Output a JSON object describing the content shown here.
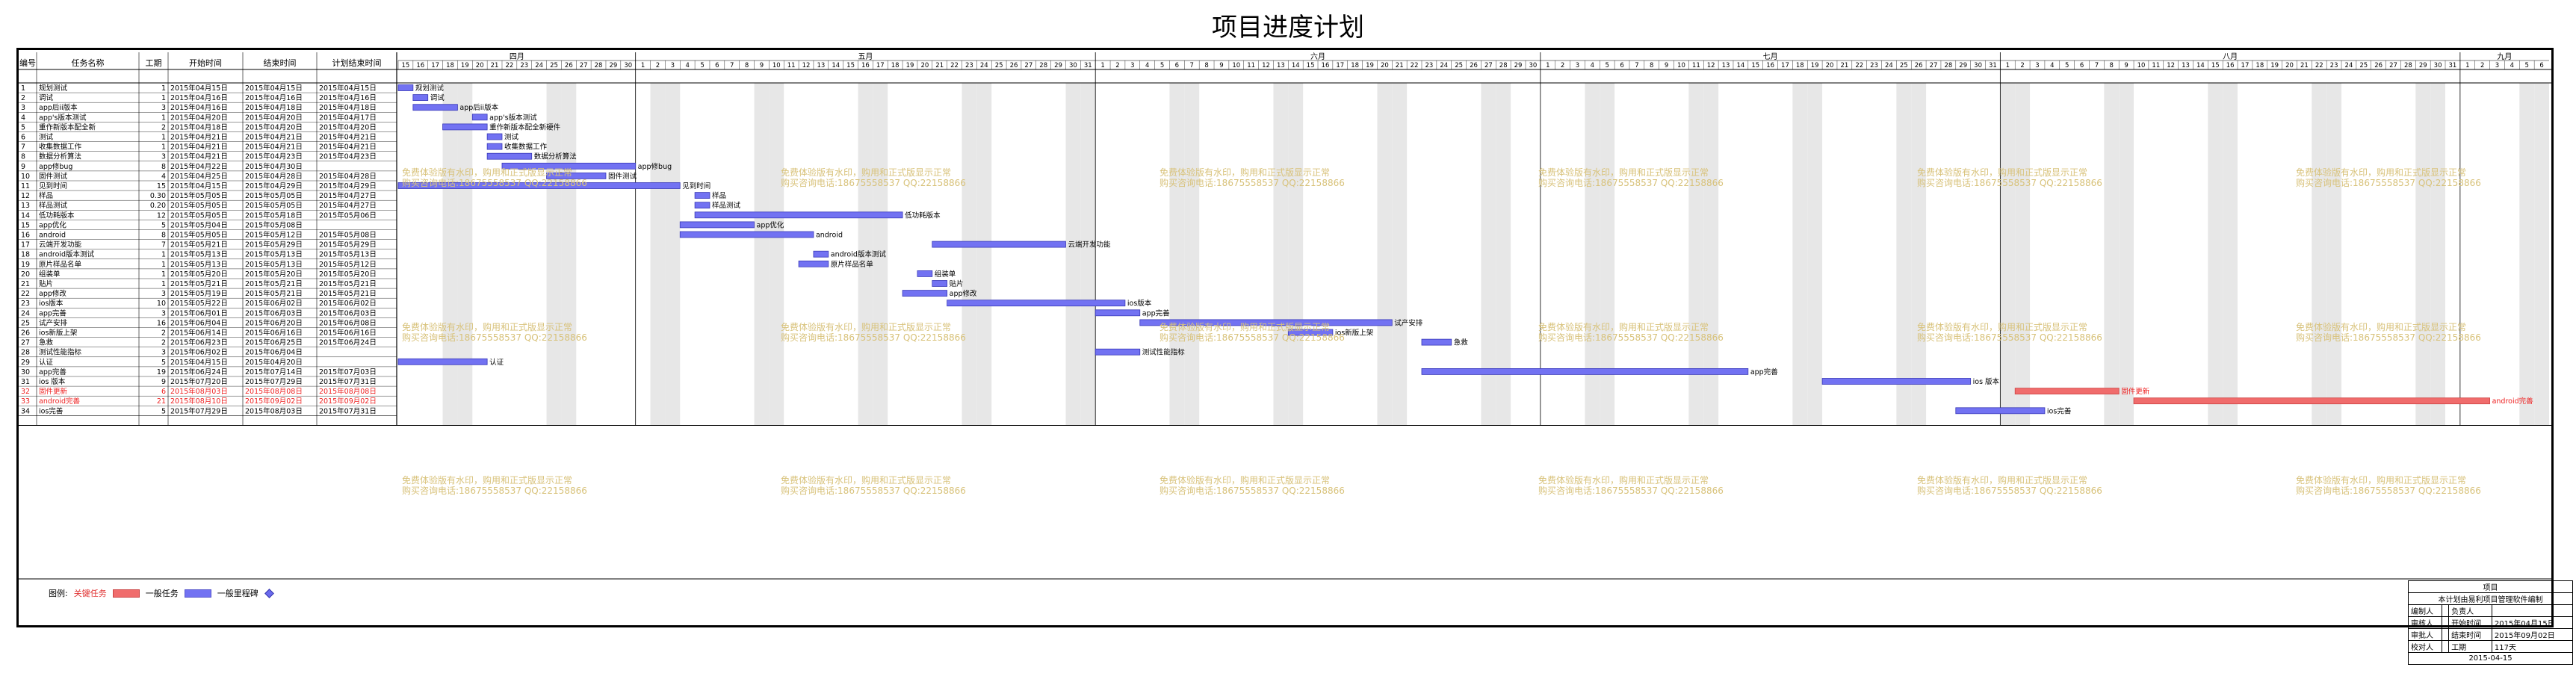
{
  "title": "项目进度计划",
  "colors": {
    "task": "#7272f2",
    "critical": "#f06c6c",
    "weekend": "#e7e7e7",
    "watermark": "#d8c27a"
  },
  "headers": {
    "no": "编号",
    "name": "任务名称",
    "days": "工期",
    "start": "开始时间",
    "end": "结束时间",
    "planned_end": "计划结束时间"
  },
  "months": [
    {
      "label": "四月",
      "start": "2015-04-15",
      "end": "2015-04-30"
    },
    {
      "label": "五月",
      "start": "2015-05-01",
      "end": "2015-05-31"
    },
    {
      "label": "六月",
      "start": "2015-06-01",
      "end": "2015-06-30"
    },
    {
      "label": "七月",
      "start": "2015-07-01",
      "end": "2015-07-31"
    },
    {
      "label": "八月",
      "start": "2015-08-01",
      "end": "2015-08-31"
    },
    {
      "label": "九月",
      "start": "2015-09-01",
      "end": "2015-09-06"
    }
  ],
  "tasks": [
    {
      "no": "1",
      "name": "规划测试",
      "days": "1",
      "start": "2015年04月15日",
      "end": "2015年04月15日",
      "planned": "2015年04月15日",
      "bar_start": "2015-04-15",
      "bar_end": "2015-04-15",
      "label": "规划测试",
      "critical": false
    },
    {
      "no": "2",
      "name": "调试",
      "days": "1",
      "start": "2015年04月16日",
      "end": "2015年04月16日",
      "planned": "2015年04月16日",
      "bar_start": "2015-04-16",
      "bar_end": "2015-04-16",
      "label": "调试",
      "critical": false
    },
    {
      "no": "3",
      "name": "app后ii版本",
      "days": "3",
      "start": "2015年04月16日",
      "end": "2015年04月18日",
      "planned": "2015年04月18日",
      "bar_start": "2015-04-16",
      "bar_end": "2015-04-18",
      "label": "app后ii版本",
      "critical": false
    },
    {
      "no": "4",
      "name": "app's版本测试",
      "days": "1",
      "start": "2015年04月20日",
      "end": "2015年04月20日",
      "planned": "2015年04月17日",
      "bar_start": "2015-04-20",
      "bar_end": "2015-04-20",
      "label": "app's版本测试",
      "critical": false
    },
    {
      "no": "5",
      "name": "重作新版本配全新",
      "days": "2",
      "start": "2015年04月18日",
      "end": "2015年04月20日",
      "planned": "2015年04月20日",
      "bar_start": "2015-04-18",
      "bar_end": "2015-04-20",
      "label": "重作新版本配全新硬件",
      "critical": false
    },
    {
      "no": "6",
      "name": "测试",
      "days": "1",
      "start": "2015年04月21日",
      "end": "2015年04月21日",
      "planned": "2015年04月21日",
      "bar_start": "2015-04-21",
      "bar_end": "2015-04-21",
      "label": "测试",
      "critical": false
    },
    {
      "no": "7",
      "name": "收集数据工作",
      "days": "1",
      "start": "2015年04月21日",
      "end": "2015年04月21日",
      "planned": "2015年04月21日",
      "bar_start": "2015-04-21",
      "bar_end": "2015-04-21",
      "label": "收集数据工作",
      "critical": false
    },
    {
      "no": "8",
      "name": "数据分析算法",
      "days": "3",
      "start": "2015年04月21日",
      "end": "2015年04月23日",
      "planned": "2015年04月23日",
      "bar_start": "2015-04-21",
      "bar_end": "2015-04-23",
      "label": "数据分析算法",
      "critical": false
    },
    {
      "no": "9",
      "name": "app修bug",
      "days": "8",
      "start": "2015年04月22日",
      "end": "2015年04月30日",
      "planned": "",
      "bar_start": "2015-04-22",
      "bar_end": "2015-04-30",
      "label": "app修bug",
      "critical": false
    },
    {
      "no": "10",
      "name": "固件测试",
      "days": "4",
      "start": "2015年04月25日",
      "end": "2015年04月28日",
      "planned": "2015年04月28日",
      "bar_start": "2015-04-25",
      "bar_end": "2015-04-28",
      "label": "固件测试",
      "critical": false
    },
    {
      "no": "11",
      "name": "见到时间",
      "days": "15",
      "start": "2015年04月15日",
      "end": "2015年04月29日",
      "planned": "2015年04月29日",
      "bar_start": "2015-04-15",
      "bar_end": "2015-05-03",
      "label": "见到时间",
      "critical": false
    },
    {
      "no": "12",
      "name": "样品",
      "days": "0.30",
      "start": "2015年05月05日",
      "end": "2015年05月05日",
      "planned": "2015年04月27日",
      "bar_start": "2015-05-05",
      "bar_end": "2015-05-05",
      "label": "样品",
      "critical": false
    },
    {
      "no": "13",
      "name": "样品测试",
      "days": "0.20",
      "start": "2015年05月05日",
      "end": "2015年05月05日",
      "planned": "2015年04月27日",
      "bar_start": "2015-05-05",
      "bar_end": "2015-05-05",
      "label": "样品测试",
      "critical": false
    },
    {
      "no": "14",
      "name": "低功耗版本",
      "days": "12",
      "start": "2015年05月05日",
      "end": "2015年05月18日",
      "planned": "2015年05月06日",
      "bar_start": "2015-05-05",
      "bar_end": "2015-05-18",
      "label": "低功耗版本",
      "critical": false
    },
    {
      "no": "15",
      "name": "app优化",
      "days": "5",
      "start": "2015年05月04日",
      "end": "2015年05月08日",
      "planned": "",
      "bar_start": "2015-05-04",
      "bar_end": "2015-05-08",
      "label": "app优化",
      "critical": false
    },
    {
      "no": "16",
      "name": "android",
      "days": "8",
      "start": "2015年05月05日",
      "end": "2015年05月12日",
      "planned": "2015年05月08日",
      "bar_start": "2015-05-04",
      "bar_end": "2015-05-12",
      "label": "android",
      "critical": false
    },
    {
      "no": "17",
      "name": "云端开发功能",
      "days": "7",
      "start": "2015年05月21日",
      "end": "2015年05月29日",
      "planned": "2015年05月29日",
      "bar_start": "2015-05-21",
      "bar_end": "2015-05-29",
      "label": "云端开发功能",
      "critical": false
    },
    {
      "no": "18",
      "name": "android版本测试",
      "days": "1",
      "start": "2015年05月13日",
      "end": "2015年05月13日",
      "planned": "2015年05月13日",
      "bar_start": "2015-05-13",
      "bar_end": "2015-05-13",
      "label": "android版本测试",
      "critical": false
    },
    {
      "no": "19",
      "name": "原片样品名单",
      "days": "1",
      "start": "2015年05月13日",
      "end": "2015年05月13日",
      "planned": "2015年05月12日",
      "bar_start": "2015-05-12",
      "bar_end": "2015-05-13",
      "label": "原片样品名单",
      "critical": false
    },
    {
      "no": "20",
      "name": "组装单",
      "days": "1",
      "start": "2015年05月20日",
      "end": "2015年05月20日",
      "planned": "2015年05月20日",
      "bar_start": "2015-05-20",
      "bar_end": "2015-05-20",
      "label": "组装单",
      "critical": false
    },
    {
      "no": "21",
      "name": "贴片",
      "days": "1",
      "start": "2015年05月21日",
      "end": "2015年05月21日",
      "planned": "2015年05月21日",
      "bar_start": "2015-05-21",
      "bar_end": "2015-05-21",
      "label": "贴片",
      "critical": false
    },
    {
      "no": "22",
      "name": "app修改",
      "days": "3",
      "start": "2015年05月19日",
      "end": "2015年05月21日",
      "planned": "2015年05月21日",
      "bar_start": "2015-05-19",
      "bar_end": "2015-05-21",
      "label": "app修改",
      "critical": false
    },
    {
      "no": "23",
      "name": "ios版本",
      "days": "10",
      "start": "2015年05月22日",
      "end": "2015年06月02日",
      "planned": "2015年06月02日",
      "bar_start": "2015-05-22",
      "bar_end": "2015-06-02",
      "label": "ios版本",
      "critical": false
    },
    {
      "no": "24",
      "name": "app完善",
      "days": "3",
      "start": "2015年06月01日",
      "end": "2015年06月03日",
      "planned": "2015年06月03日",
      "bar_start": "2015-06-01",
      "bar_end": "2015-06-03",
      "label": "app完善",
      "critical": false
    },
    {
      "no": "25",
      "name": "试产安排",
      "days": "16",
      "start": "2015年06月04日",
      "end": "2015年06月20日",
      "planned": "2015年06月08日",
      "bar_start": "2015-06-04",
      "bar_end": "2015-06-20",
      "label": "试产安排",
      "critical": false
    },
    {
      "no": "26",
      "name": "ios新版上架",
      "days": "2",
      "start": "2015年06月14日",
      "end": "2015年06月16日",
      "planned": "2015年06月16日",
      "bar_start": "2015-06-14",
      "bar_end": "2015-06-16",
      "label": "ios新版上架",
      "critical": false
    },
    {
      "no": "27",
      "name": "急救",
      "days": "2",
      "start": "2015年06月23日",
      "end": "2015年06月25日",
      "planned": "2015年06月24日",
      "bar_start": "2015-06-23",
      "bar_end": "2015-06-24",
      "label": "急救",
      "critical": false
    },
    {
      "no": "28",
      "name": "测试性能指标",
      "days": "3",
      "start": "2015年06月02日",
      "end": "2015年06月04日",
      "planned": "",
      "bar_start": "2015-06-01",
      "bar_end": "2015-06-03",
      "label": "测试性能指标",
      "critical": false
    },
    {
      "no": "29",
      "name": "认证",
      "days": "5",
      "start": "2015年04月15日",
      "end": "2015年04月20日",
      "planned": "",
      "bar_start": "2015-04-15",
      "bar_end": "2015-04-20",
      "label": "认证",
      "critical": false
    },
    {
      "no": "30",
      "name": "app完善",
      "days": "19",
      "start": "2015年06月24日",
      "end": "2015年07月14日",
      "planned": "2015年07月03日",
      "bar_start": "2015-06-23",
      "bar_end": "2015-07-14",
      "label": "app完善",
      "critical": false
    },
    {
      "no": "31",
      "name": "ios 版本",
      "days": "9",
      "start": "2015年07月20日",
      "end": "2015年07月29日",
      "planned": "2015年07月31日",
      "bar_start": "2015-07-20",
      "bar_end": "2015-07-29",
      "label": "ios 版本",
      "critical": false
    },
    {
      "no": "32",
      "name": "固件更新",
      "days": "6",
      "start": "2015年08月03日",
      "end": "2015年08月08日",
      "planned": "2015年08月08日",
      "bar_start": "2015-08-02",
      "bar_end": "2015-08-08",
      "label": "固件更新",
      "critical": true
    },
    {
      "no": "33",
      "name": "android完善",
      "days": "21",
      "start": "2015年08月10日",
      "end": "2015年09月02日",
      "planned": "2015年09月02日",
      "bar_start": "2015-08-10",
      "bar_end": "2015-09-02",
      "label": "android完善",
      "critical": true
    },
    {
      "no": "34",
      "name": "ios完善",
      "days": "5",
      "start": "2015年07月29日",
      "end": "2015年08月03日",
      "planned": "2015年07月31日",
      "bar_start": "2015-07-29",
      "bar_end": "2015-08-03",
      "label": "ios完善",
      "critical": false
    }
  ],
  "watermark": {
    "line1": "免费体验版有水印，购用和正式版显示正常",
    "line2": "购买咨询电话:18675558537 QQ:22158866"
  },
  "legend": {
    "label": "图例:",
    "critical": "关键任务",
    "normal": "一般任务",
    "milestone": "一般里程碑"
  },
  "info": {
    "project_label": "项目",
    "company": "本计划由易利项目管理软件编制",
    "editor_label": "编制人",
    "owner_label": "负责人",
    "reviewer_label": "审核人",
    "start_label": "开始时间",
    "start_value": "2015年04月15日",
    "approver_label": "审批人",
    "end_label": "结束时间",
    "end_value": "2015年09月02日",
    "proofreader_label": "校对人",
    "duration_label": "工期",
    "duration_value": "117天",
    "print_date": "2015-04-15"
  }
}
